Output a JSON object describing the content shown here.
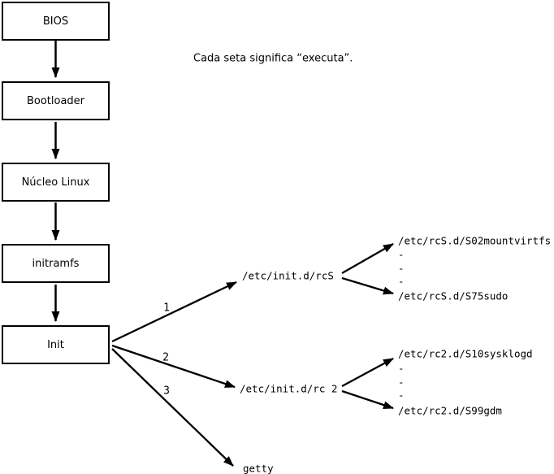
{
  "note": "Cada seta significa “executa”.",
  "boxes": [
    "BIOS",
    "Bootloader",
    "Núcleo Linux",
    "initramfs",
    "Init"
  ],
  "branch_numbers": [
    "1",
    "2",
    "3"
  ],
  "branches": [
    {
      "label": "/etc/init.d/rcS",
      "children": [
        "/etc/rcS.d/S02mountvirtfs",
        "-",
        "-",
        "-",
        "/etc/rcS.d/S75sudo"
      ]
    },
    {
      "label": "/etc/init.d/rc 2",
      "children": [
        "/etc/rc2.d/S10sysklogd",
        "-",
        "-",
        "-",
        "/etc/rc2.d/S99gdm"
      ]
    },
    {
      "label": "getty",
      "children": []
    }
  ],
  "colors": {
    "foreground": "#000000",
    "background": "#ffffff"
  }
}
